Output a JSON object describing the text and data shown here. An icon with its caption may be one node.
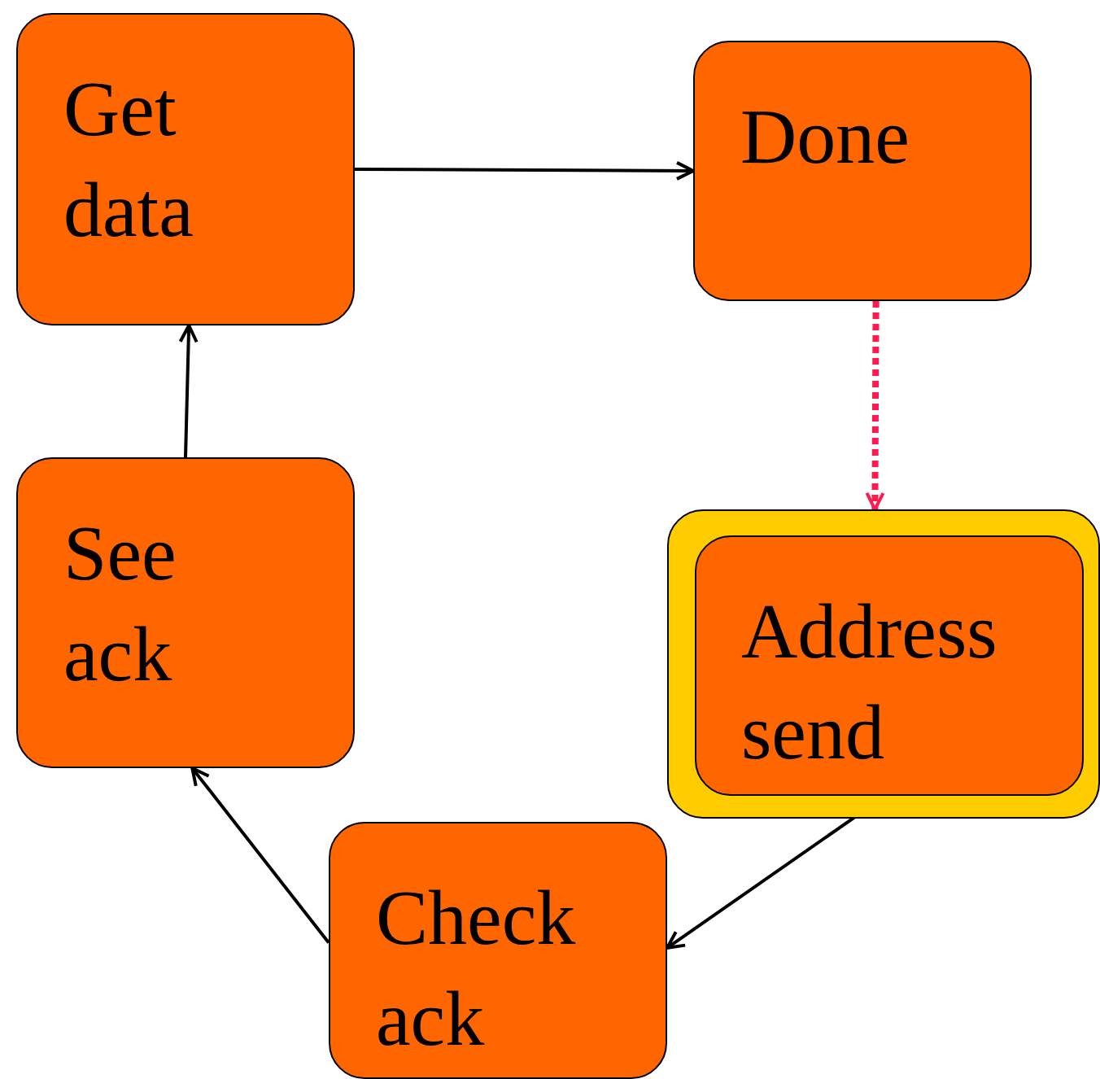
{
  "diagram": {
    "nodes": [
      {
        "text": [
          "Get data"
        ]
      },
      {
        "text": [
          "Done"
        ]
      },
      {
        "text": [],
        "shape": "box"
      },
      {
        "text": [
          "Address send"
        ],
        "in": 2
      },
      {
        "text": [
          "Check ack"
        ]
      },
      {
        "text": [
          "See ack"
        ]
      }
    ],
    "edges": [
      {
        "from": 0,
        "to": 1,
        "arrow": "to"
      },
      {
        "from": 1,
        "to": 2,
        "arrow": "to",
        "style": "dashed",
        "color": "#ff1a4f"
      },
      {
        "from": 3,
        "to": 4,
        "arrow": "to"
      },
      {
        "from": 4,
        "to": 5,
        "arrow": "to"
      },
      {
        "from": 5,
        "to": 0,
        "arrow": "to"
      }
    ]
  }
}
